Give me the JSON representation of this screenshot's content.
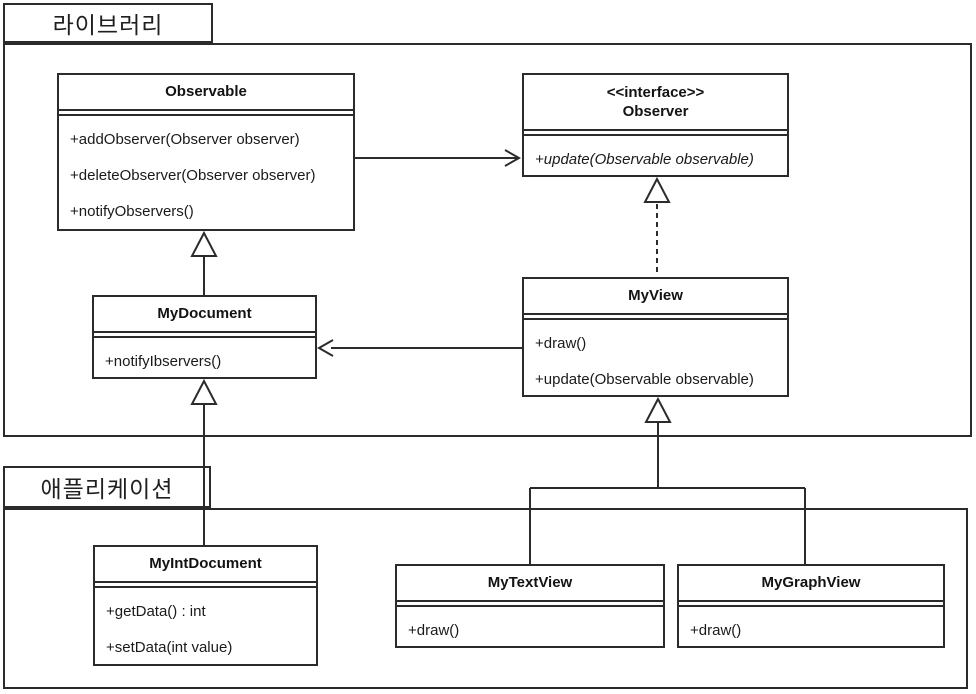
{
  "diagram": {
    "packages": [
      {
        "label": "라이브러리"
      },
      {
        "label": "애플리케이션"
      }
    ],
    "classes": {
      "observable": {
        "name": "Observable",
        "methods": [
          "+addObserver(Observer observer)",
          "+deleteObserver(Observer observer)",
          "+notifyObservers()"
        ]
      },
      "observer": {
        "stereotype": "<<interface>>",
        "name": "Observer",
        "methods": [
          "+update(Observable observable)"
        ]
      },
      "mydocument": {
        "name": "MyDocument",
        "methods": [
          "+notifyIbservers()"
        ]
      },
      "myview": {
        "name": "MyView",
        "methods": [
          "+draw()",
          "+update(Observable observable)"
        ]
      },
      "myintdocument": {
        "name": "MyIntDocument",
        "methods": [
          "+getData() : int",
          "+setData(int value)"
        ]
      },
      "mytextview": {
        "name": "MyTextView",
        "methods": [
          "+draw()"
        ]
      },
      "mygraphview": {
        "name": "MyGraphView",
        "methods": [
          "+draw()"
        ]
      }
    },
    "relationships": [
      {
        "from": "Observable",
        "to": "Observer",
        "type": "association-arrow"
      },
      {
        "from": "MyDocument",
        "to": "Observable",
        "type": "generalization"
      },
      {
        "from": "MyView",
        "to": "Observer",
        "type": "realization-dashed"
      },
      {
        "from": "MyView",
        "to": "MyDocument",
        "type": "association-arrow"
      },
      {
        "from": "MyIntDocument",
        "to": "MyDocument",
        "type": "generalization"
      },
      {
        "from": "MyTextView",
        "to": "MyView",
        "type": "generalization"
      },
      {
        "from": "MyGraphView",
        "to": "MyView",
        "type": "generalization"
      }
    ],
    "colors": {
      "line": "#2b2b2b",
      "background": "#ffffff",
      "box_fill": "#ffffff"
    }
  }
}
